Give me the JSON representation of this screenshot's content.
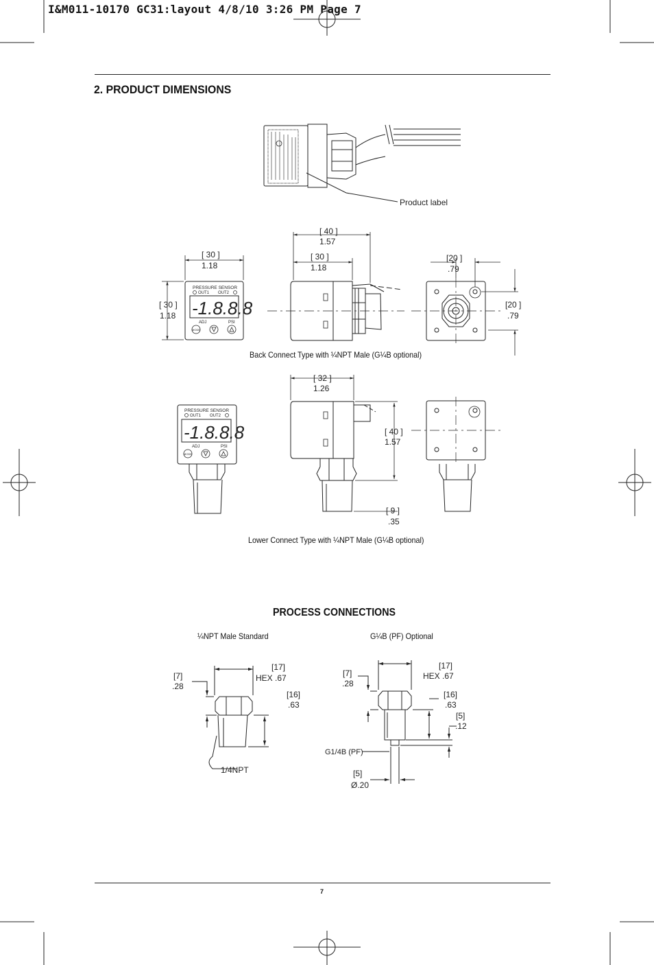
{
  "header": {
    "slug": "I&M011-10170 GC31:layout  4/8/10  3:26 PM  Page 7"
  },
  "section": {
    "title": "2.  PRODUCT DIMENSIONS"
  },
  "top_view": {
    "callout": "Product label"
  },
  "back_connect": {
    "caption": "Back Connect Type with ¼NPT Male (G¼B optional)",
    "front": {
      "width_mm": "[ 30 ]",
      "width_in": "1.18",
      "height_mm": "[ 30 ]",
      "height_in": "1.18"
    },
    "side": {
      "overall_mm": "[ 40 ]",
      "overall_in": "1.57",
      "body_mm": "[ 30 ]",
      "body_in": "1.18"
    },
    "rear": {
      "offset_x_mm": "[20 ]",
      "offset_x_in": ".79",
      "offset_y_mm": "[20 ]",
      "offset_y_in": ".79"
    }
  },
  "lower_connect": {
    "caption": "Lower Connect Type with ¼NPT Male (G¼B optional)",
    "depth_mm": "[ 32 ]",
    "depth_in": "1.26",
    "height_mm": "[ 40 ]",
    "height_in": "1.57",
    "thread_mm": "[ 9 ]",
    "thread_in": ".35"
  },
  "device_face": {
    "title": "PRESSURE SENSOR",
    "out1": "OUT1",
    "out2": "OUT2",
    "display": "-1.8.8.8",
    "adj": "ADJ",
    "unit": "PSI",
    "mode": "MODE"
  },
  "process": {
    "title": "PROCESS CONNECTIONS",
    "npt": {
      "label": "¼NPT Male Standard",
      "a_mm": "[7]",
      "a_in": ".28",
      "hex_mm": "[17]",
      "hex_in": "HEX .67",
      "b_mm": "[16]",
      "b_in": ".63",
      "thread_label": "1/4NPT"
    },
    "g": {
      "label": "G¼B (PF) Optional",
      "a_mm": "[7]",
      "a_in": ".28",
      "hex_mm": "[17]",
      "hex_in": "HEX  .67",
      "b_mm": "[16]",
      "b_in": ".63",
      "c_mm": "[5]",
      "c_in": ".12",
      "thread_label": "G1/4B (PF)",
      "d_mm": "[5]",
      "d_in": "Ø.20"
    }
  },
  "footer": {
    "page": "7"
  }
}
